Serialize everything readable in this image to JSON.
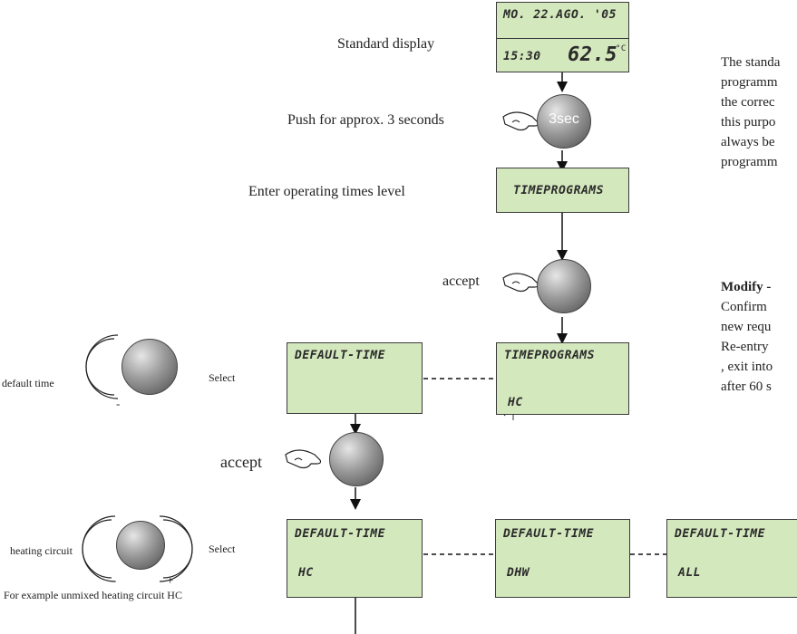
{
  "labels": {
    "standard_display": "Standard display",
    "push_3s": "Push for approx. 3 seconds",
    "enter_level": "Enter operating times level",
    "accept_1": "accept",
    "accept_2": "accept",
    "default_time": "default time",
    "select_1": "Select",
    "heating_circuit": "heating circuit",
    "select_2": "Select",
    "example": "For example unmixed heating circuit HC",
    "knob_3sec": "3sec",
    "minus_1": "-",
    "minus_2": "-",
    "plus_2": "+"
  },
  "lcd": {
    "standard": {
      "date": "MO.  22.AGO. '05",
      "time": "15:30",
      "temp": "62.5",
      "unit": "°C"
    },
    "timeprograms_flash": "TIMEPROGRAMS",
    "timeprograms_title": "TIMEPROGRAMS",
    "hc": "HC",
    "default_time_1": "DEFAULT-TIME",
    "default_time_2": "DEFAULT-TIME",
    "default_time_3": "DEFAULT-TIME",
    "default_time_4": "DEFAULT-TIME",
    "hc_2": "HC",
    "dhw": "DHW",
    "all": "ALL"
  },
  "right_text": {
    "line1": "The standa",
    "line2": "programm",
    "line3": "the correc",
    "line4": "this purpo",
    "line5": "always be",
    "line6": "programm",
    "modify_bold": "Modify -",
    "m1": "Confirm",
    "m2": "new requ",
    "m3": "Re-entry",
    "m4": ", exit into",
    "m5": "after 60 s"
  }
}
